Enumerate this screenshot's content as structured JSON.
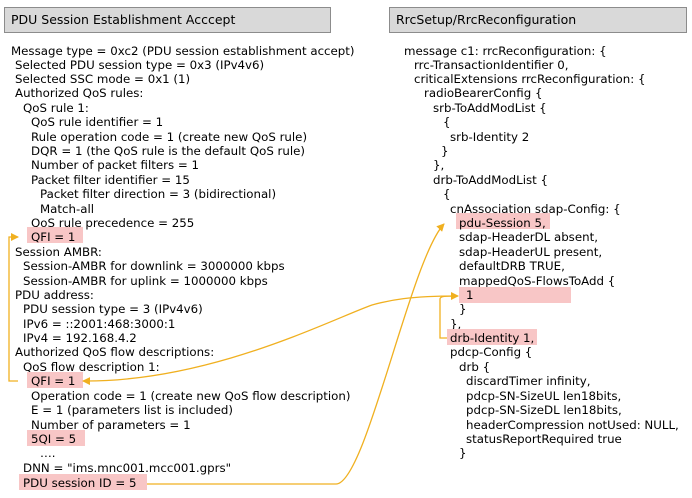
{
  "left_panel": {
    "title": "PDU Session Establishment Acccept",
    "lines": [
      "Message type = 0xc2 (PDU session establishment accept)",
      "Selected PDU session type = 0x3 (IPv4v6)",
      "Selected SSC mode = 0x1 (1)",
      "Authorized QoS rules:",
      "QoS rule 1:",
      "QoS rule identifier = 1",
      "Rule operation code = 1 (create new QoS rule)",
      "DQR = 1 (the QoS rule is the default QoS rule)",
      "Number of packet filters = 1",
      "Packet filter identifier = 15",
      "Packet filter direction = 3 (bidirectional)",
      "Match-all",
      "QoS rule precedence = 255",
      "QFI = 1",
      "Session AMBR:",
      "Session-AMBR for downlink = 3000000 kbps",
      "Session-AMBR for uplink = 1000000 kbps",
      "PDU address:",
      "PDU session type = 3 (IPv4v6)",
      "IPv6 = ::2001:468:3000:1",
      "IPv4 = 192.168.4.2",
      "Authorized QoS flow descriptions:",
      "QoS flow description 1:",
      "QFI = 1",
      "Operation code = 1 (create new QoS flow description)",
      "E = 1 (parameters list is included)",
      "Number of parameters = 1",
      "5QI = 5",
      "….",
      "DNN = \"ims.mnc001.mcc001.gprs\"",
      "PDU session ID = 5"
    ]
  },
  "right_panel": {
    "title": "RrcSetup/RrcReconfiguration",
    "lines": [
      "message c1: rrcReconfiguration: {",
      "rrc-TransactionIdentifier 0,",
      "criticalExtensions rrcReconfiguration: {",
      "radioBearerConfig {",
      "srb-ToAddModList {",
      "{",
      "srb-Identity 2",
      "}",
      "},",
      "drb-ToAddModList {",
      "{",
      "cnAssociation sdap-Config: {",
      "pdu-Session 5,",
      "sdap-HeaderDL absent,",
      "sdap-HeaderUL present,",
      "defaultDRB TRUE,",
      "mappedQoS-FlowsToAdd {",
      "1",
      "}",
      "},",
      "drb-Identity 1,",
      "pdcp-Config {",
      "drb {",
      "discardTimer infinity,",
      "pdcp-SN-SizeUL len18bits,",
      "pdcp-SN-SizeDL len18bits,",
      "headerCompression notUsed: NULL,",
      "statusReportRequired true",
      "}"
    ]
  },
  "colors": {
    "highlight": "#f8c6c6",
    "arrow": "#f0b020",
    "header_bg": "#d9d9d9"
  }
}
